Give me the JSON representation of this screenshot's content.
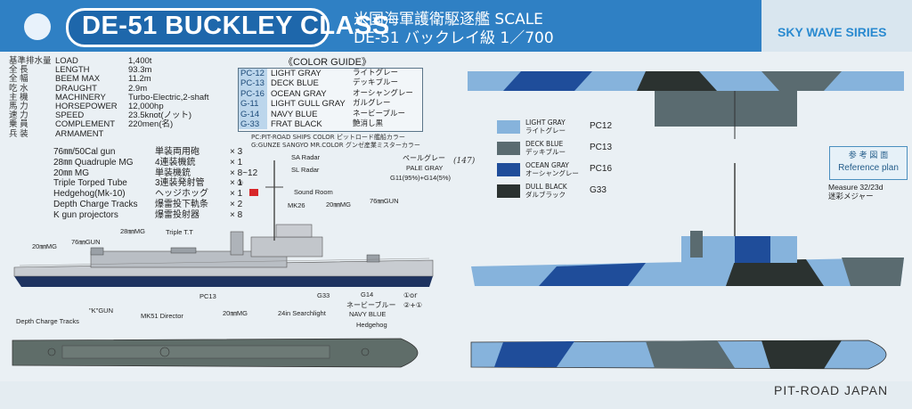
{
  "header": {
    "title": "DE-51 BUCKLEY CLASS",
    "jp_line1": "米国海軍護衛駆逐艦  SCALE",
    "jp_line2": "DE-51 バックレイ級 1／700",
    "series": "SKY WAVE SIRIES"
  },
  "specs": [
    {
      "jp": "基準排水量",
      "en": "LOAD",
      "val": "1,400t"
    },
    {
      "jp": "全 長",
      "en": "LENGTH",
      "val": "93.3m"
    },
    {
      "jp": "全 幅",
      "en": "BEEM MAX",
      "val": "11.2m"
    },
    {
      "jp": "吃 水",
      "en": "DRAUGHT",
      "val": "2.9m"
    },
    {
      "jp": "主 機",
      "en": "MACHINERY",
      "val": "Turbo-Electric,2-shaft"
    },
    {
      "jp": "馬 力",
      "en": "HORSEPOWER",
      "val": "12,000hp"
    },
    {
      "jp": "速 力",
      "en": "SPEED",
      "val": "23.5knot(ノット)"
    },
    {
      "jp": "乗 員",
      "en": "COMPLEMENT",
      "val": "220men(名)"
    },
    {
      "jp": "兵 装",
      "en": "ARMAMENT",
      "val": ""
    }
  ],
  "armament": [
    {
      "en": "76㎜/50Cal gun",
      "jp": "単装両用砲",
      "qty": "× 3"
    },
    {
      "en": "28㎜ Quadruple MG",
      "jp": "4連装機銃",
      "qty": "× 1"
    },
    {
      "en": "20㎜ MG",
      "jp": "単装機銃",
      "qty": "× 8~12"
    },
    {
      "en": "Triple Torped Tube",
      "jp": "3連装発射管",
      "qty": "× 1"
    },
    {
      "en": "Hedgehog(Mk-10)",
      "jp": "ヘッジホッグ",
      "qty": "× 1"
    },
    {
      "en": "Depth Charge Tracks",
      "jp": "爆雷投下軌条",
      "qty": "× 2"
    },
    {
      "en": "K gun projectors",
      "jp": "爆雷投射器",
      "qty": "× 8"
    }
  ],
  "color_guide": {
    "title": "《COLOR GUIDE》",
    "rows": [
      {
        "code": "PC-12",
        "en": "LIGHT GRAY",
        "jp": "ライトグレー"
      },
      {
        "code": "PC-13",
        "en": "DECK BLUE",
        "jp": "デッキブルー"
      },
      {
        "code": "PC-16",
        "en": "OCEAN GRAY",
        "jp": "オーシャングレー"
      },
      {
        "code": "G-11",
        "en": "LIGHT GULL GRAY",
        "jp": "ガルグレー"
      },
      {
        "code": "G-14",
        "en": "NAVY BLUE",
        "jp": "ネービーブルー"
      },
      {
        "code": "G-33",
        "en": "FRAT BLACK",
        "jp": "艶消し黒"
      }
    ],
    "note1": "PC:PIT-ROAD SHIPS COLOR ピットロード艦船カラー",
    "note2": "G:GUNZE SANGYO MR.COLOR グンゼ産業ミスターカラー"
  },
  "labels": {
    "sa_radar": "SA Radar",
    "sl_radar": "SL Radar",
    "sound_room": "Sound Room",
    "mk26": "MK26",
    "mg20_mid": "20㎜MG",
    "gun76_right": "76㎜GUN",
    "mg28": "28㎜MG",
    "triple_tt": "Triple T.T",
    "gun76_left": "76㎜GUN",
    "mg20_left": "20㎜MG",
    "circle3": "③",
    "pale_gray": "ペールグレー",
    "pale_gray_en": "PALE GRAY",
    "mix": "G11(95%)+G14(5%)",
    "hand_note": "(147)",
    "g33": "G33",
    "g14": "G14",
    "g14_jp": "ネービーブルー",
    "g14_en": "NAVY BLUE",
    "or1": "①or",
    "or2": "②+①",
    "pc13": "PC13",
    "k_gun": "\"K\"GUN",
    "depth_tracks": "Depth Charge Tracks",
    "mk51": "MK51 Director",
    "mg20_plan": "20㎜MG",
    "searchlight": "24in Searchlight",
    "hedgehog": "Hedgehog"
  },
  "swatches": [
    {
      "en": "LIGHT GRAY",
      "jp": "ライトグレー",
      "code": "PC12",
      "color": "#86b3dc"
    },
    {
      "en": "DECK BLUE",
      "jp": "デッキブルー",
      "code": "PC13",
      "color": "#5a6b70"
    },
    {
      "en": "OCEAN GRAY",
      "jp": "オーシャングレー",
      "code": "PC16",
      "color": "#1f4d9a"
    },
    {
      "en": "DULL BLACK",
      "jp": "ダルブラック",
      "code": "G33",
      "color": "#2b3230"
    }
  ],
  "reference": {
    "jp": "参 考 図 面",
    "en": "Reference plan"
  },
  "measure": {
    "line1": "Measure 32/23d",
    "line2": "迷彩メジャー"
  },
  "footer": {
    "brand": "PIT-ROAD JAPAN"
  },
  "colors": {
    "header_blue": "#2f80c4",
    "panel": "#eaf0f4",
    "hull_dark": "#1e3360"
  }
}
